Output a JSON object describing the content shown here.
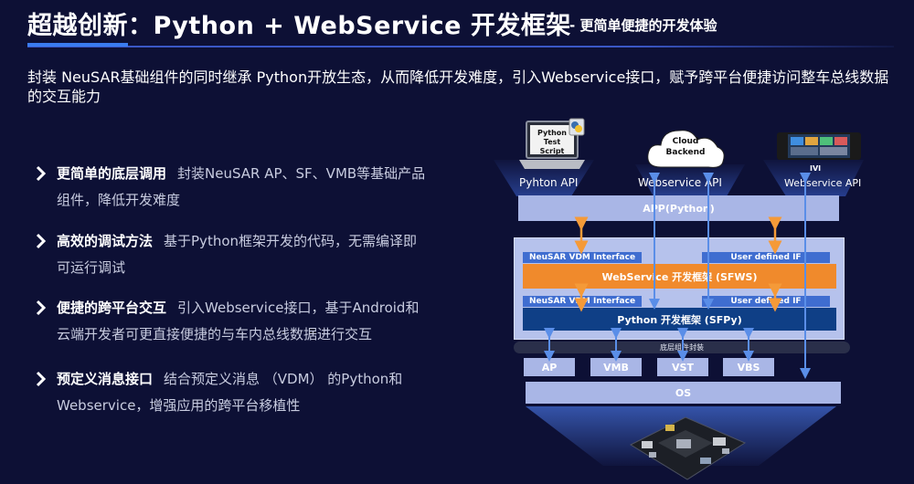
{
  "header": {
    "title": "超越创新：Python + WebService 开发框架",
    "subtitle": "- 更简单便捷的开发体验"
  },
  "intro": "封装 NeuSAR基础组件的同时继承 Python开放生态，从而降低开发难度，引入Webservice接口，赋予跨平台便捷访问整车总线数据的交互能力",
  "features": [
    {
      "title": "更简单的底层调用",
      "line1": "封装NeuSAR AP、SF、VMB等基础产品",
      "line2": "组件，降低开发难度"
    },
    {
      "title": "高效的调试方法",
      "line1": "基于Python框架开发的代码，无需编译即",
      "line2": "可运行调试"
    },
    {
      "title": "便捷的跨平台交互",
      "line1": "引入Webservice接口，基于Android和",
      "line2": "云端开发者可更直接便捷的与车内总线数据进行交互"
    },
    {
      "title": "预定义消息接口",
      "line1": "结合预定义消息 （VDM） 的Python和",
      "line2": "Webservice，增强应用的跨平台移植性"
    }
  ],
  "diagram": {
    "laptop_script": "Python Test Script",
    "cloud": "Cloud Backend",
    "ivi": "IVI",
    "client_labels": [
      "Pyhton API",
      "Webservice API",
      "Webservice API"
    ],
    "app": "APP(Python)",
    "vdm_interface_top": "NeuSAR VDM Interface",
    "user_if_top": "User defined IF",
    "sfws": "WebService 开发框架 (SFWS)",
    "vdm_interface_bottom": "NeuSAR VDM Interface",
    "user_if_bottom": "User defined IF",
    "sfpy": "Python 开发框架 (SFPy)",
    "base_wrap": "底层组件封装",
    "modules": [
      "AP",
      "VMB",
      "VST",
      "VBS"
    ],
    "os": "OS"
  },
  "colors": {
    "background": "#0d1035",
    "light_box": "#a9b6e6",
    "orange": "#f08a2c",
    "navy": "#0f3f86",
    "arrow_blue": "#5a8ee8",
    "arrow_orange": "#f59a38"
  }
}
